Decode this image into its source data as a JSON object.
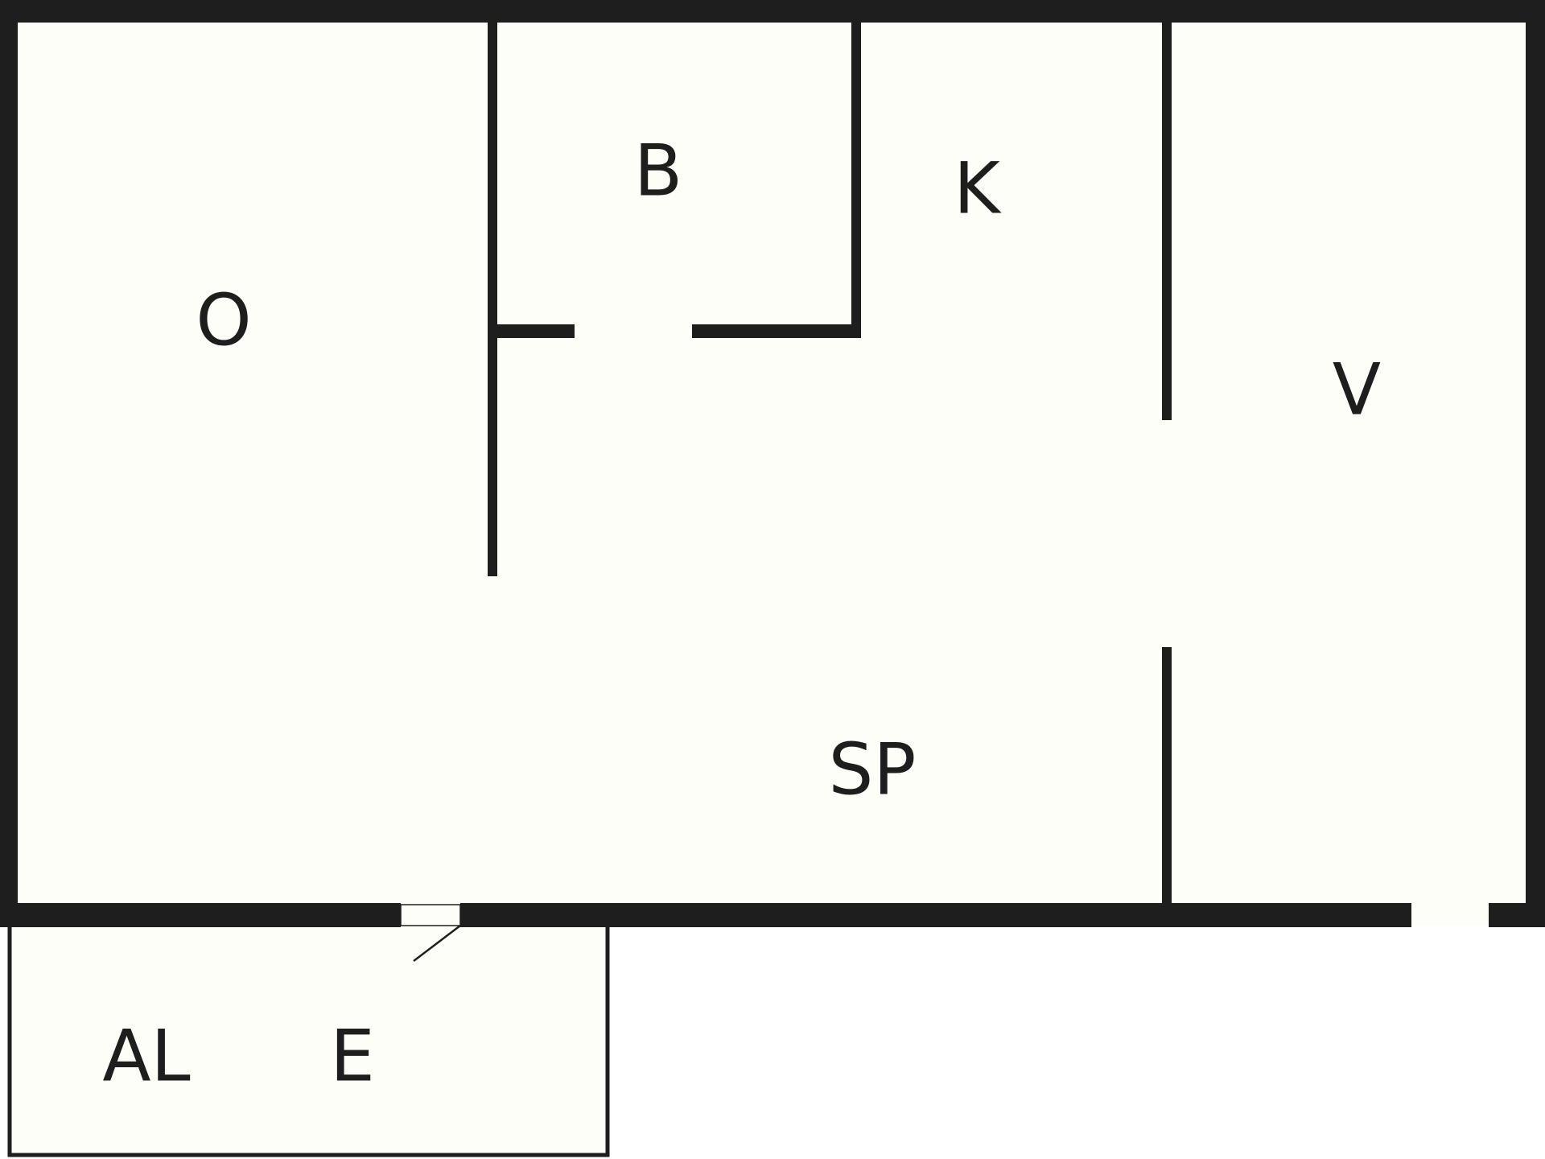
{
  "rooms": {
    "o": "O",
    "b": "B",
    "k": "K",
    "v": "V",
    "sp": "SP",
    "al": "AL",
    "e": "E"
  },
  "colors": {
    "background": "#ffffff",
    "floor": "#fefef8",
    "wall": "#1f1e1e"
  }
}
